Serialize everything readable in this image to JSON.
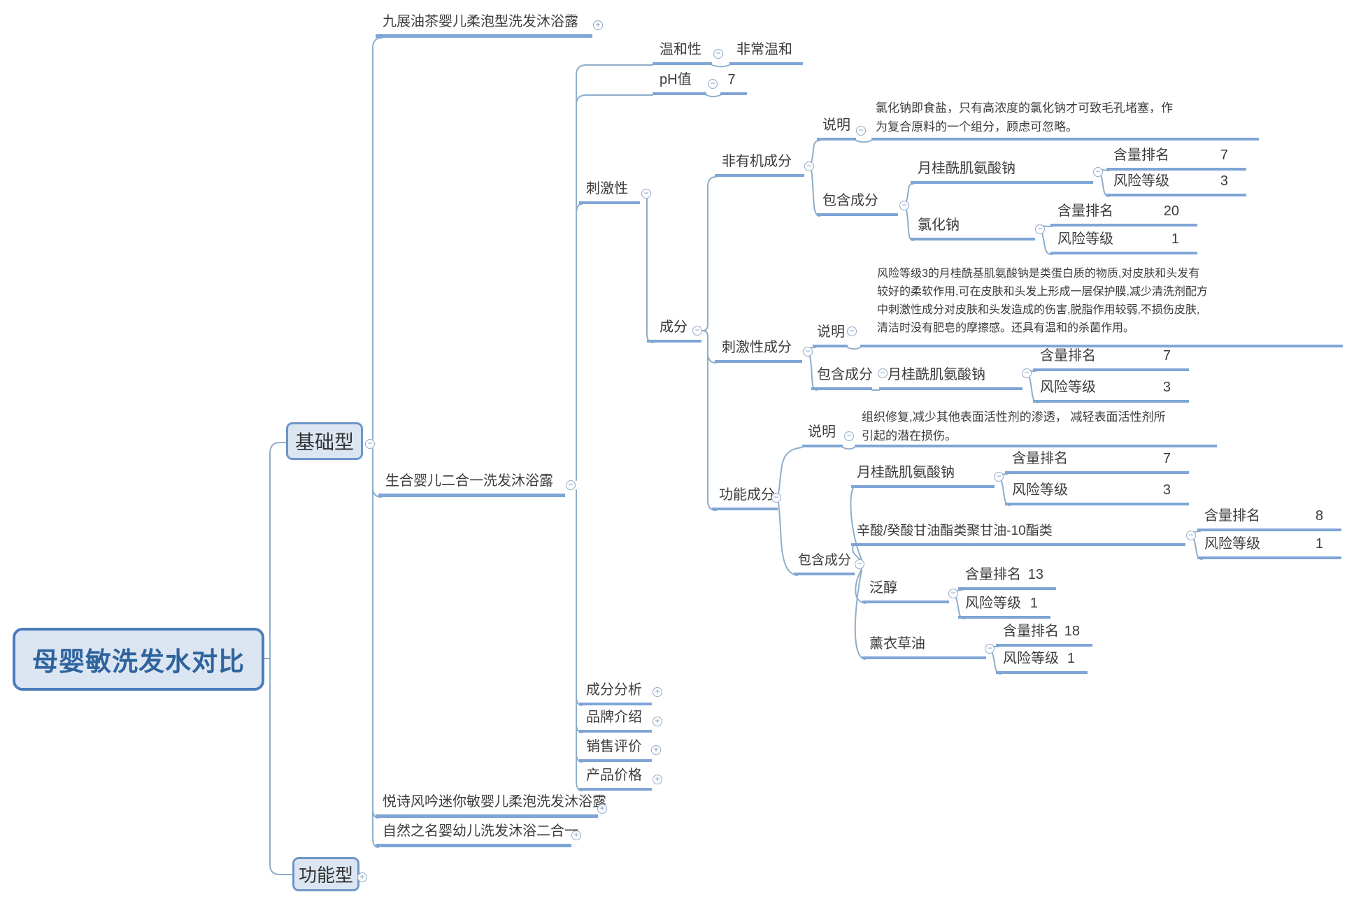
{
  "root": {
    "label": "母婴敏洗发水对比"
  },
  "categories": {
    "basic": {
      "label": "基础型"
    },
    "functional": {
      "label": "功能型"
    }
  },
  "products": {
    "jiuzhan": {
      "label": "九展油茶婴儿柔泡型洗发沐浴露"
    },
    "shenghe": {
      "label": "生合婴儿二合一洗发沐浴露"
    },
    "yueshi": {
      "label": "悦诗风吟迷你敏婴儿柔泡洗发沐浴露"
    },
    "ziran": {
      "label": "自然之名婴幼儿洗发沐浴二合一"
    }
  },
  "shenghe_detail": {
    "mildness": {
      "label": "温和性",
      "value": "非常温和"
    },
    "ph": {
      "label": "pH值",
      "value": "7"
    },
    "irritation": {
      "label": "刺激性"
    },
    "composition": {
      "label": "成分"
    },
    "sections": {
      "ingredient_analysis": {
        "label": "成分分析"
      },
      "brand_intro": {
        "label": "品牌介绍"
      },
      "sales_review": {
        "label": "销售评价"
      },
      "product_price": {
        "label": "产品价格"
      }
    },
    "inorganic": {
      "label": "非有机成分",
      "note_label": "说明",
      "note": "氯化钠即食盐，只有高浓度的氯化钠才可致毛孔堵塞，作为复合原料的一个组分，顾虑可忽略。",
      "contains_label": "包含成分",
      "items": {
        "sodium_lauroyl_sarcosinate": {
          "name": "月桂酰肌氨酸钠",
          "rank_label": "含量排名",
          "rank": "7",
          "risk_label": "风险等级",
          "risk": "3"
        },
        "sodium_chloride": {
          "name": "氯化钠",
          "rank_label": "含量排名",
          "rank": "20",
          "risk_label": "风险等级",
          "risk": "1"
        }
      }
    },
    "irritant": {
      "label": "刺激性成分",
      "note_label": "说明",
      "note": "风险等级3的月桂酰基肌氨酸钠是类蛋白质的物质,对皮肤和头发有较好的柔软作用,可在皮肤和头发上形成一层保护膜,减少清洗剂配方中刺激性成分对皮肤和头发造成的伤害,脱脂作用较弱,不损伤皮肤,清洁时没有肥皂的摩擦感。还具有温和的杀菌作用。",
      "contains_label": "包含成分",
      "items": {
        "sodium_lauroyl_sarcosinate": {
          "name": "月桂酰肌氨酸钠",
          "rank_label": "含量排名",
          "rank": "7",
          "risk_label": "风险等级",
          "risk": "3"
        }
      }
    },
    "functional_ingredients": {
      "label": "功能成分",
      "note_label": "说明",
      "note": "组织修复,减少其他表面活性剂的渗透， 减轻表面活性剂所引起的潜在损伤。",
      "contains_label": "包含成分",
      "items": {
        "sodium_lauroyl_sarcosinate": {
          "name": "月桂酰肌氨酸钠",
          "rank_label": "含量排名",
          "rank": "7",
          "risk_label": "风险等级",
          "risk": "3"
        },
        "polyglyceryl": {
          "name": "辛酸/癸酸甘油酯类聚甘油-10酯类",
          "rank_label": "含量排名",
          "rank": "8",
          "risk_label": "风险等级",
          "risk": "1"
        },
        "panthenol": {
          "name": "泛醇",
          "rank_label": "含量排名",
          "rank": "13",
          "risk_label": "风险等级",
          "risk": "1"
        },
        "lavender_oil": {
          "name": "薰衣草油",
          "rank_label": "含量排名",
          "rank": "18",
          "risk_label": "风险等级",
          "risk": "1"
        }
      }
    }
  },
  "icons": {
    "collapse": "−",
    "expand": "+"
  },
  "colors": {
    "underline": "#7FA5D6",
    "wire": "#8FAECB",
    "box_fill": "#DCE6F2",
    "box_border": "#6E96C8",
    "root_border": "#4C7DBB",
    "root_text": "#2E649E"
  }
}
